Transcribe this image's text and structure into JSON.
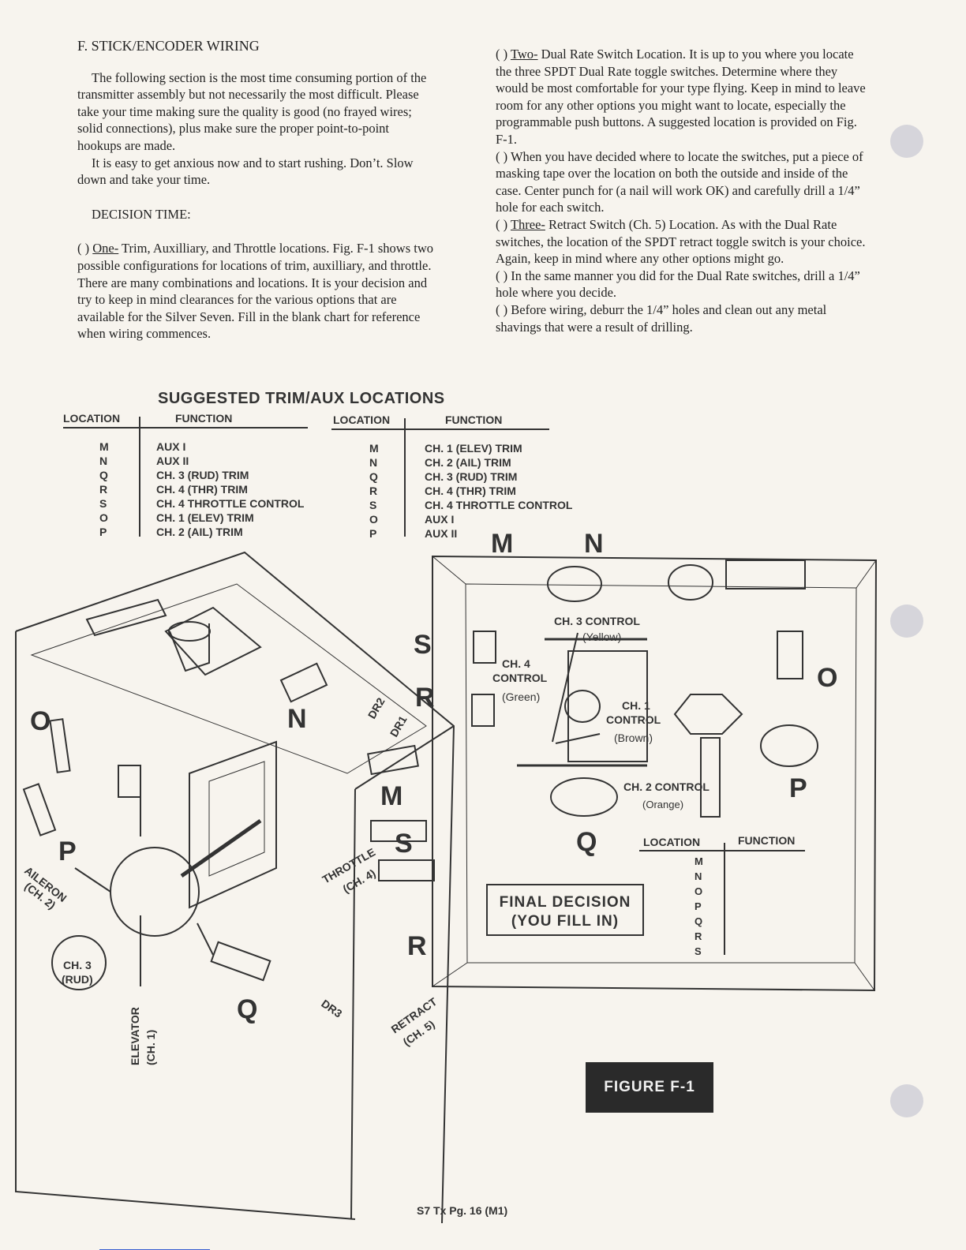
{
  "left_column": {
    "heading": "F.  STICK/ENCODER WIRING",
    "p1": "The following section is the most time consuming portion of the transmitter assembly but not necessarily the most difficult. Please take your time making sure the quality is good (no frayed wires; solid connections), plus make sure the proper point-to-point hookups are made.",
    "p2": "It is easy to get anxious now and to start rushing. Don’t.  Slow down and take your time.",
    "decision": "DECISION TIME:",
    "p3_check": "(   )",
    "p3_step": "One-",
    "p3_text": " Trim, Auxilliary, and Throttle locations. Fig. F-1 shows two possible configurations for locations of trim, auxilliary, and throttle. There are many combinations and locations. It is your decision and try to keep in mind clearances for the various options that are available for the Silver Seven. Fill in the blank chart for reference when wiring commences."
  },
  "right_column": {
    "s2_check": "(   )",
    "s2_step": "Two-",
    "s2_text": " Dual Rate Switch Location. It is up to you where you locate the three SPDT Dual Rate toggle switches. Determine where they would be most comfortable for your type flying. Keep in mind to leave room for any other options you might want to locate, especially the programmable push buttons. A suggested location is provided on Fig. F-1.",
    "s2b": "(   )  When you have decided where to locate the switches, put a piece of masking tape over the location on both the outside and inside of the case. Center punch for (a nail will work OK) and carefully drill a 1/4” hole for each switch.",
    "s3_check": "(   )",
    "s3_step": "Three-",
    "s3_text": " Retract Switch (Ch. 5) Location. As with the Dual Rate switches, the location of the SPDT retract toggle switch is your choice. Again, keep in mind where any other options might go.",
    "s3b": "(   )  In the same manner you did for the Dual Rate switches, drill a 1/4” hole where you decide.",
    "s3c": "(   )  Before wiring, deburr the 1/4” holes and clean out any metal shavings that were a result of drilling."
  },
  "suggested": {
    "title": "SUGGESTED TRIM/AUX LOCATIONS",
    "location_header": "LOCATION",
    "function_header": "FUNCTION",
    "table1": {
      "locations": [
        "M",
        "N",
        "Q",
        "R",
        "S",
        "O",
        "P"
      ],
      "functions": [
        "AUX I",
        "AUX II",
        "CH. 3 (RUD) TRIM",
        "CH. 4 (THR) TRIM",
        "CH. 4 THROTTLE CONTROL",
        "CH. 1 (ELEV) TRIM",
        "CH. 2 (AIL) TRIM"
      ]
    },
    "table2": {
      "locations": [
        "M",
        "N",
        "Q",
        "R",
        "S",
        "O",
        "P"
      ],
      "functions": [
        "CH. 1 (ELEV) TRIM",
        "CH. 2 (AIL) TRIM",
        "CH. 3 (RUD) TRIM",
        "CH. 4 (THR) TRIM",
        "CH. 4  THROTTLE CONTROL",
        "AUX I",
        "AUX II"
      ]
    }
  },
  "diagram_labels": {
    "ch3_control": "CH. 3 CONTROL",
    "ch3_color": "(Yellow)",
    "ch4": "CH. 4",
    "ch4_control": "CONTROL",
    "ch4_color": "(Green)",
    "ch1": "CH. 1",
    "ch1_control": "CONTROL",
    "ch1_color": "(Brown)",
    "ch2_control": "CH. 2 CONTROL",
    "ch2_color": "(Orange)",
    "aileron": "AILERON",
    "aileron_ch": "(CH. 2)",
    "rud": "CH. 3",
    "rud_sub": "(RUD)",
    "elevator": "ELEVATOR",
    "elevator_ch": "(CH. 1)",
    "throttle": "THROTTLE",
    "throttle_ch": "(CH. 4)",
    "retract": "RETRACT",
    "retract_ch": "(CH. 5)",
    "dr1": "DR1",
    "dr2": "DR2",
    "dr3": "DR3",
    "letters": [
      "M",
      "N",
      "S",
      "R",
      "O",
      "P",
      "Q"
    ]
  },
  "final_table": {
    "location_header": "LOCATION",
    "function_header": "FUNCTION",
    "locations": [
      "M",
      "N",
      "O",
      "P",
      "Q",
      "R",
      "S"
    ]
  },
  "final_decision_line1": "FINAL DECISION",
  "final_decision_line2": "(YOU FILL IN)",
  "figure_label": "FIGURE F-1",
  "footer": "S7 Tx Pg. 16 (M1)"
}
